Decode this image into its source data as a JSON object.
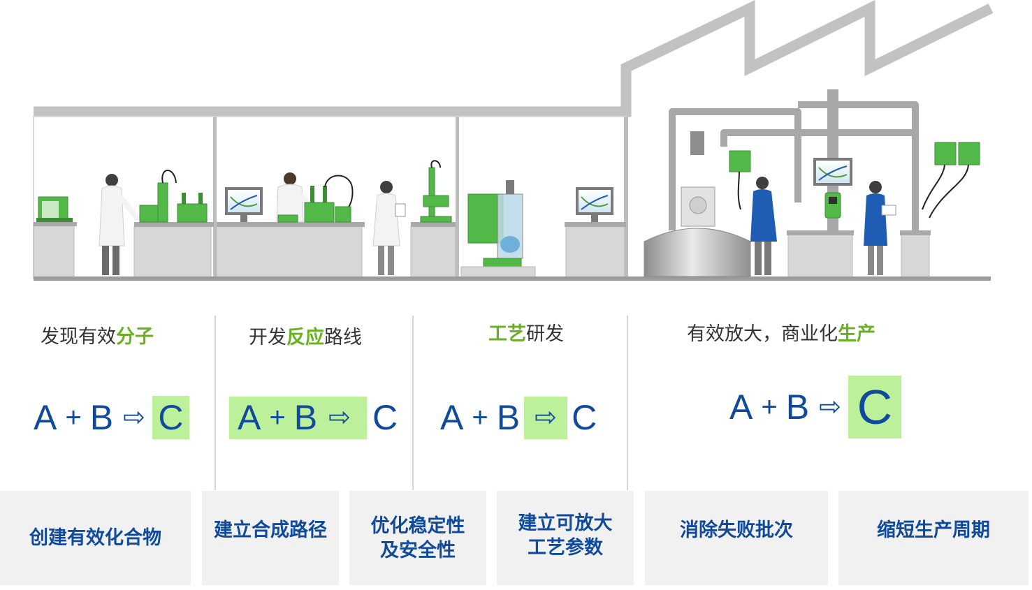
{
  "stages": [
    {
      "title_pre": "发现有效",
      "title_hl": "分子",
      "title_post": ""
    },
    {
      "title_pre": "开发",
      "title_hl": "反应",
      "title_post": "路线"
    },
    {
      "title_pre": "",
      "title_hl": "工艺",
      "title_post": "研发"
    },
    {
      "title_pre": "有效放大，商业化",
      "title_hl": "生产",
      "title_post": ""
    }
  ],
  "equation": {
    "a": "A",
    "plus": "+",
    "b": "B",
    "arrow": "⇨",
    "c": "C"
  },
  "benefits": [
    {
      "line1": "创建有效化合物",
      "line2": ""
    },
    {
      "line1": "建立合成路径",
      "line2": ""
    },
    {
      "line1": "优化稳定性",
      "line2": "及安全性"
    },
    {
      "line1": "建立可放大",
      "line2": "工艺参数"
    },
    {
      "line1": "消除失败批次",
      "line2": ""
    },
    {
      "line1": "缩短生产周期",
      "line2": ""
    }
  ],
  "colors": {
    "brand_blue": "#0f4a9c",
    "accent_green": "#6ab023",
    "highlight_green": "#bdf09a",
    "equipment_green": "#52b848",
    "worker_blue": "#1f5cb3"
  }
}
